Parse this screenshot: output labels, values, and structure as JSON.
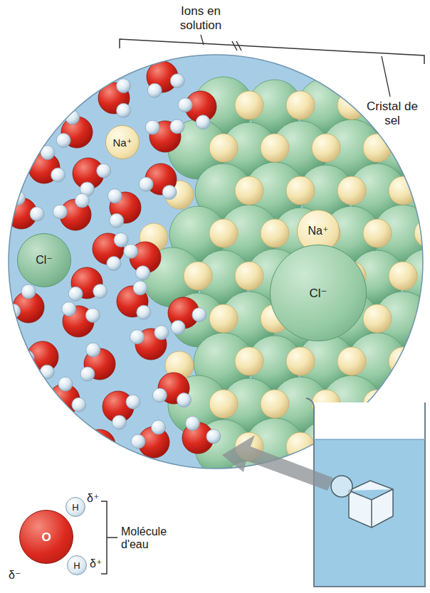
{
  "diagram": {
    "nodes": [
      {
        "text": [
          "Na⁺"
        ]
      },
      {
        "text": [
          "Na⁺"
        ]
      },
      {
        "text": [
          "Cl⁻"
        ]
      },
      {
        "text": [
          "Cl⁻"
        ]
      },
      {
        "text": [
          "O"
        ]
      },
      {
        "text": [
          "H"
        ]
      },
      {
        "text": [
          "H"
        ]
      }
    ],
    "labels": [
      "Ions en solution",
      "Cristal de sel",
      "δ⁺",
      "δ⁺",
      "δ⁻",
      "Molécule d'eau"
    ]
  }
}
